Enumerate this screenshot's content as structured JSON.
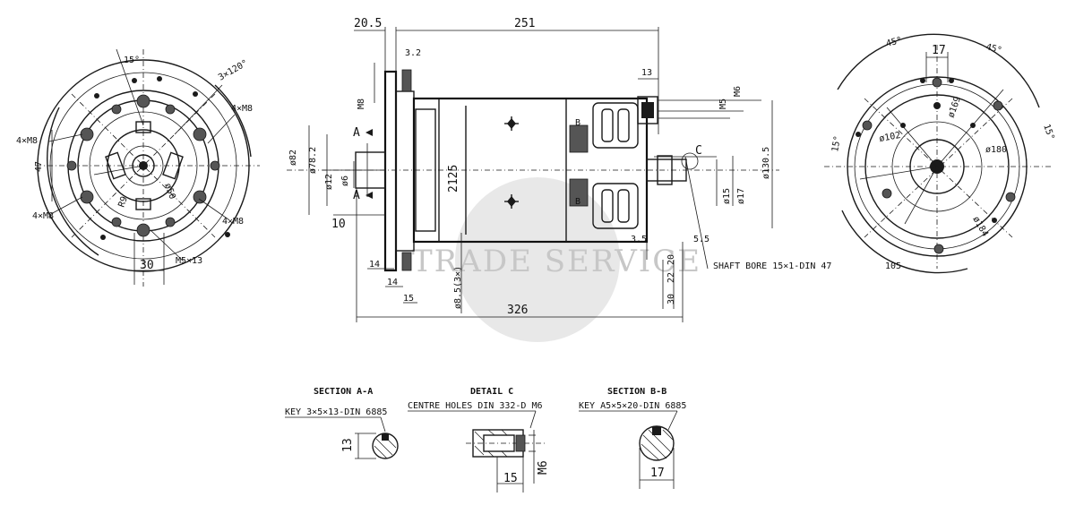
{
  "watermark": {
    "text": "TRADE SERVICE"
  },
  "left_view": {
    "labels": {
      "angle_top": "15°",
      "slots": "3×120°",
      "m8_right": "4×M8",
      "m8_left": "4×M8",
      "m8_bottom_left": "4×M8",
      "m8_bottom_right": "4×M8",
      "dia_left": "47",
      "r_label": "R9",
      "dia50": "ø50",
      "m5": "M5×13",
      "width30": "30"
    }
  },
  "side_view": {
    "labels": {
      "d20_5": "20.5",
      "d251": "251",
      "d3_2": "3.2",
      "d13": "13",
      "m8": "M8",
      "m5": "M5",
      "m6": "M6",
      "dia82": "ø82",
      "dia78_2": "ø78.2",
      "dia12": "ø12",
      "dia15_top": "ø6",
      "d10": "10",
      "d2125": "2125",
      "d14a": "14",
      "d14b": "14",
      "d15": "15",
      "d8_5": "ø8.5(3×)",
      "d326": "326",
      "d3_5": "3.5",
      "d5_5": "5.5",
      "d20": "20",
      "d22": "22",
      "d30": "30",
      "dia15": "ø15",
      "dia17": "ø17",
      "dia130_5": "ø130.5",
      "sec_a": "A",
      "sec_a2": "A",
      "det_c": "C",
      "sec_b": "B",
      "sec_b2": "B",
      "shaft_note": "SHAFT BORE 15×1-DIN 47"
    }
  },
  "right_view": {
    "labels": {
      "a45_left": "45°",
      "a17": "17",
      "a45_right": "45°",
      "a15_left": "15°",
      "a15_right": "15°",
      "dia102": "ø102",
      "dia169": "ø169",
      "dia180": "ø180",
      "dia184": "ø184",
      "d105": "105"
    }
  },
  "sections": {
    "section_a": {
      "title": "SECTION A-A",
      "note": "KEY 3×5×13-DIN 6885",
      "dim": "13"
    },
    "detail_c": {
      "title": "DETAIL C",
      "note": "CENTRE HOLES DIN 332-D M6",
      "dim_w": "15",
      "dim_m": "M6"
    },
    "section_b": {
      "title": "SECTION B-B",
      "note": "KEY A5×5×20-DIN 6885",
      "dim": "17"
    }
  }
}
